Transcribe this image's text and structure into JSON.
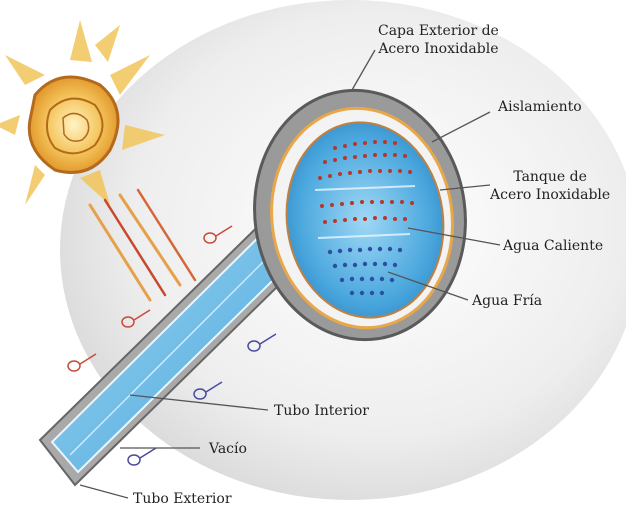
{
  "labels": {
    "outer_steel_shell": [
      "Capa Exterior de",
      "Acero Inoxidable"
    ],
    "insulation": "Aislamiento",
    "steel_tank": [
      "Tanque de",
      "Acero Inoxidable"
    ],
    "hot_water": "Agua Caliente",
    "cold_water": "Agua Fría",
    "inner_tube": "Tubo Interior",
    "vacuum": "Vacío",
    "outer_tube": "Tubo Exterior"
  },
  "colors": {
    "sun_orange": "#e8a33a",
    "sun_yellow": "#f7d76a",
    "hot_red": "#c0392b",
    "cold_blue": "#2c4fa3",
    "water_blue": "#5bb7e8",
    "steel_gray": "#8a8a8a",
    "insulation_orange": "#e8a84a"
  },
  "icons": [
    "sun-icon"
  ]
}
